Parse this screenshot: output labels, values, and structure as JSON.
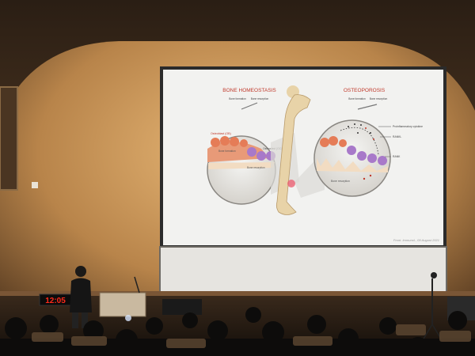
{
  "slide": {
    "left_title": "BONE HOMEOSTASIS",
    "left_formation": "Bone formation",
    "left_resorption": "Bone resorption",
    "left_osteoblast": "Osteoblast (OB)",
    "left_bone_formation": "Bone formation",
    "left_osteoclast": "Osteoclast (OC)",
    "left_bone_resorption": "Bone resorption",
    "right_title": "OSTEOPOROSIS",
    "right_formation": "Bone formation",
    "right_resorption": "Bone resorption",
    "right_cytokine": "Proinflammatory cytokine",
    "right_rankl": "RANKL",
    "right_rank": "RANK",
    "right_bone_resorption": "Bone resorption",
    "citation": "Front. Immunol., 09 August 2021"
  },
  "clock": {
    "time": "12:05"
  },
  "colors": {
    "wall": "#c99a5c",
    "screen": "#f2f2f0",
    "clock_digits": "#ff2a1a",
    "title_orange": "#c0392b",
    "bone": "#e8d3a8"
  }
}
